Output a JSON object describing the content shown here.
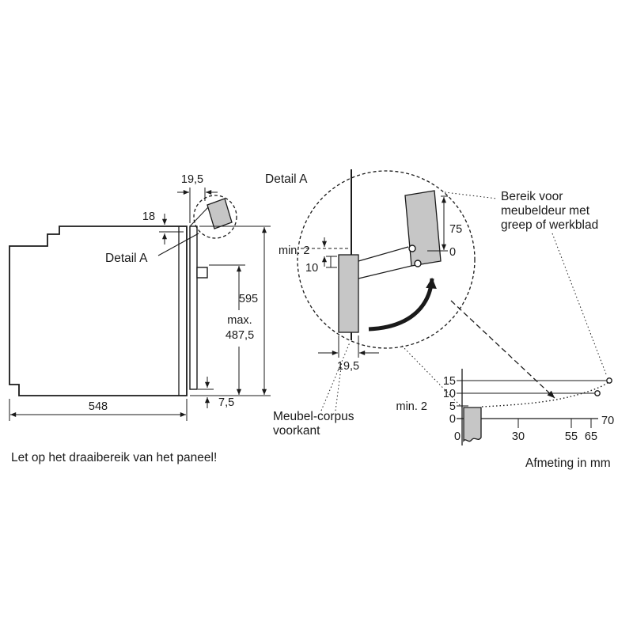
{
  "figure": {
    "kind": "oven-installation-technical-drawing",
    "accent_gray": "#c6c6c6",
    "line_color": "#1a1a1a"
  },
  "left_view": {
    "detail_label": "Detail A",
    "dims": {
      "top_width": "19,5",
      "hinge_offset": "18",
      "height": "595",
      "max_prefix": "max.",
      "max_value": "487,5",
      "bottom_gap": "7,5",
      "depth": "548"
    },
    "note": "Let op het draaibereik van het paneel!"
  },
  "detail_view": {
    "title": "Detail A",
    "dims": {
      "min_gap": "min. 2",
      "overlap": "10",
      "door_travel": "75",
      "zero_ref": "0",
      "door_thickness": "19,5"
    },
    "leader_label_line1": "Meubel-corpus",
    "leader_label_line2": "voorkant"
  },
  "range_note": {
    "line1": "Bereik voor",
    "line2": "meubeldeur met",
    "line3": "greep of werkblad"
  },
  "chart": {
    "y_ticks": [
      "15",
      "10",
      "5",
      "0"
    ],
    "x_ticks": [
      "0",
      "30",
      "55",
      "65"
    ],
    "x_max": "70",
    "min_label": "min. 2",
    "caption": "Afmeting in mm"
  },
  "chart_data": {
    "type": "line",
    "style": "dotted-curve",
    "title": "Bereik voor meubeldeur met greep of werkblad",
    "xlabel": "Afmeting in mm",
    "ylabel": "Afmeting in mm",
    "x": [
      30,
      55,
      65,
      70
    ],
    "y": [
      0,
      5,
      10,
      15
    ],
    "annotations": [
      "min. 2"
    ],
    "xlim": [
      0,
      70
    ],
    "ylim": [
      0,
      15
    ],
    "grid": false,
    "legend": "none"
  }
}
